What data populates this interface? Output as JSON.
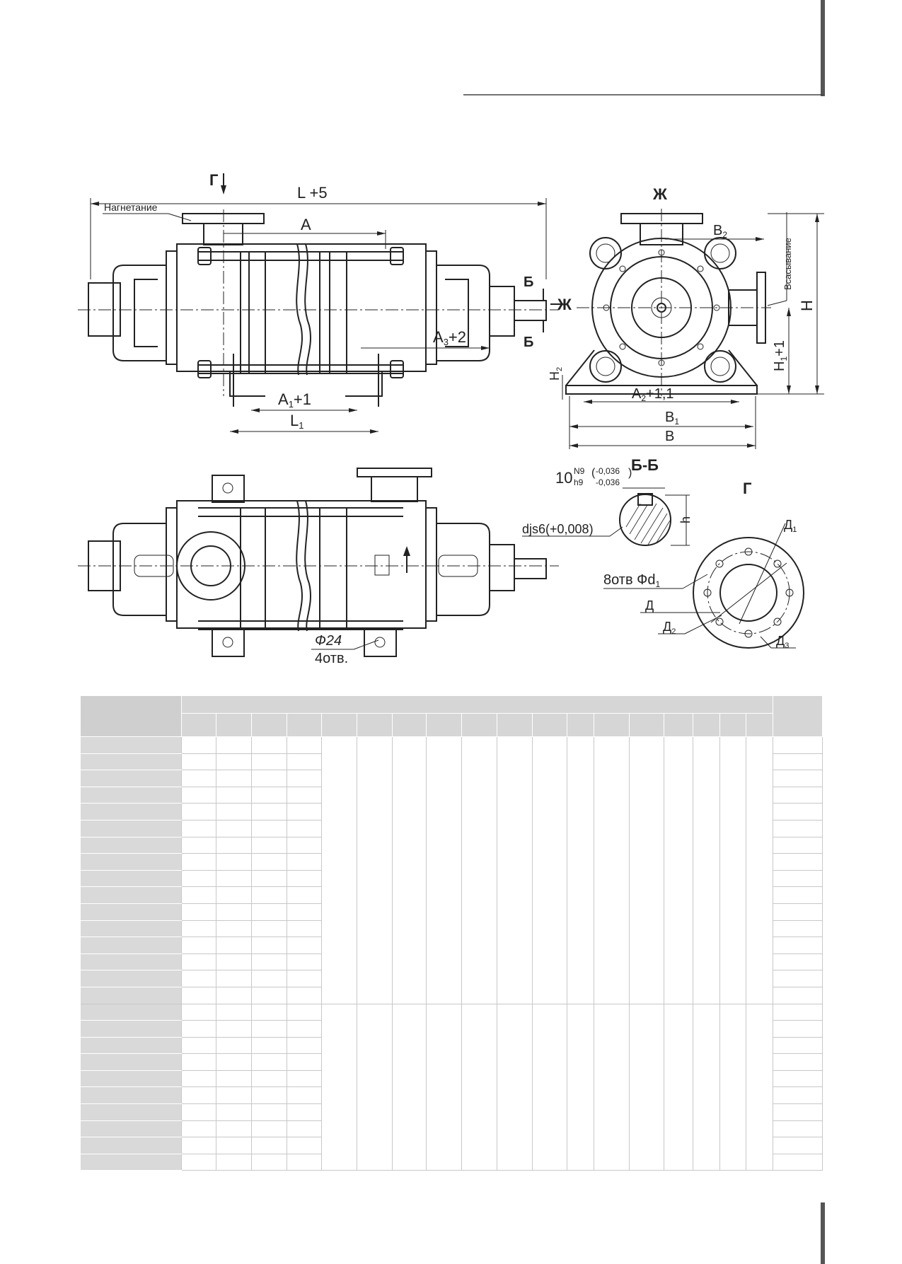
{
  "drawing": {
    "labels": {
      "view_g": "Г",
      "view_zh": "Ж",
      "section_b": "Б",
      "section_b_label": "Б-Б",
      "discharge": "Нагнетание",
      "suction": "Всасывание",
      "length_total": "L +5",
      "dim_a": "A",
      "dim_a1": "A",
      "dim_a1_sub": "1",
      "dim_a1_tol": "+1",
      "dim_a2": "A",
      "dim_a2_sub": "2",
      "dim_a2_tol": "+1,1",
      "dim_a3": "A",
      "dim_a3_sub": "3",
      "dim_a3_tol": "+2",
      "dim_l1": "L",
      "dim_l1_sub": "1",
      "dim_b": "B",
      "dim_b1": "B",
      "dim_b1_sub": "1",
      "dim_b2": "B",
      "dim_b2_sub": "2",
      "dim_h": "H",
      "dim_h1": "H",
      "dim_h1_sub": "1",
      "dim_h1_tol": "+1",
      "dim_h2": "H",
      "dim_h2_sub": "2",
      "dim_h_small": "h",
      "key_fit": "10",
      "key_fit_n9": "N9",
      "key_fit_h9": "h9",
      "key_tol_upper": "-0,036",
      "key_tol_lower": "-0,036",
      "shaft_fit": "djs6(+0,008)",
      "holes": "8отв Фd",
      "holes_sub": "1",
      "flange_d": "Д",
      "flange_d1": "Д",
      "flange_d1_sub": "1",
      "flange_d2": "Д",
      "flange_d2_sub": "2",
      "flange_d3": "Д",
      "flange_d3_sub": "3",
      "foot_holes_dia": "Ф24",
      "foot_holes_count": "4отв."
    }
  },
  "table": {
    "header_cols": 18,
    "body_rows": 26
  }
}
